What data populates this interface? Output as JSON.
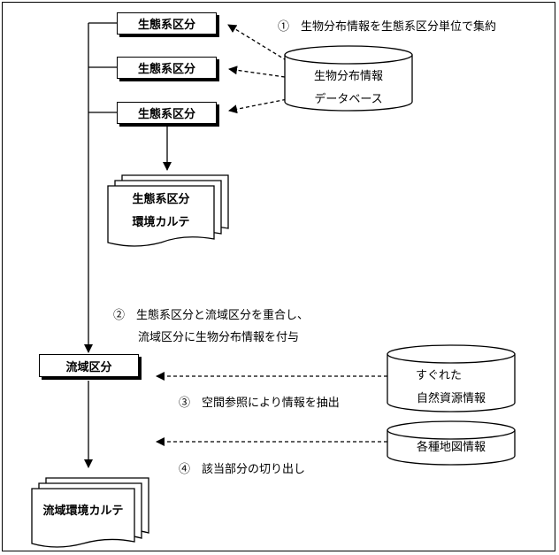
{
  "boxes": {
    "ecosystem_1": "生態系区分",
    "ecosystem_2": "生態系区分",
    "ecosystem_3": "生態系区分",
    "watershed": "流域区分"
  },
  "documents": {
    "ecosystem_karte_line1": "生態系区分",
    "ecosystem_karte_line2": "環境カルテ",
    "watershed_karte": "流域環境カルテ"
  },
  "databases": {
    "bio_db_line1": "生物分布情報",
    "bio_db_line2": "データベース",
    "natural_line1": "すぐれた",
    "natural_line2": "自然資源情報",
    "maps": "各種地図情報"
  },
  "notes": {
    "step1": "①　生物分布情報を生態系区分単位で集約",
    "step2_line1": "②　生態系区分と流域区分を重合し、",
    "step2_line2": "流域区分に生物分布情報を付与",
    "step3": "③　空間参照により情報を抽出",
    "step4": "④　該当部分の切り出し"
  }
}
